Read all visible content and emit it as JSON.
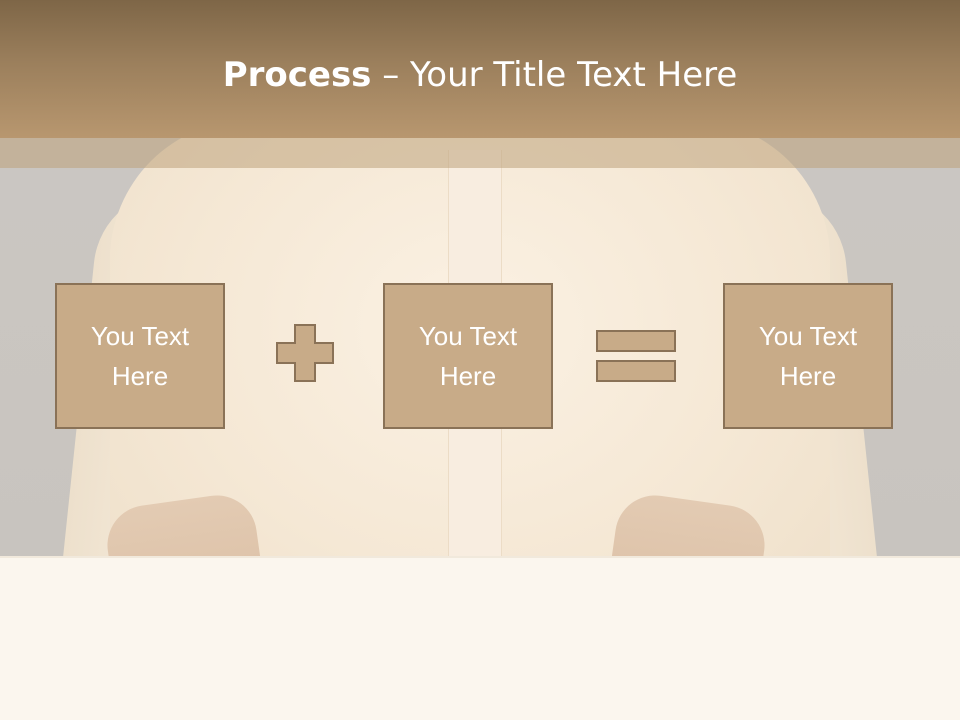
{
  "header": {
    "title_bold": "Process",
    "title_rest": " – Your Title Text Here"
  },
  "boxes": [
    {
      "text": "You Text Here"
    },
    {
      "text": "You Text Here"
    },
    {
      "text": "You Text Here"
    }
  ],
  "operators": [
    "plus-icon",
    "equals-icon"
  ],
  "colors": {
    "header": "#9b7f5c",
    "box_fill": "#c8ab88",
    "box_border": "#8a7257",
    "text": "#ffffff"
  }
}
